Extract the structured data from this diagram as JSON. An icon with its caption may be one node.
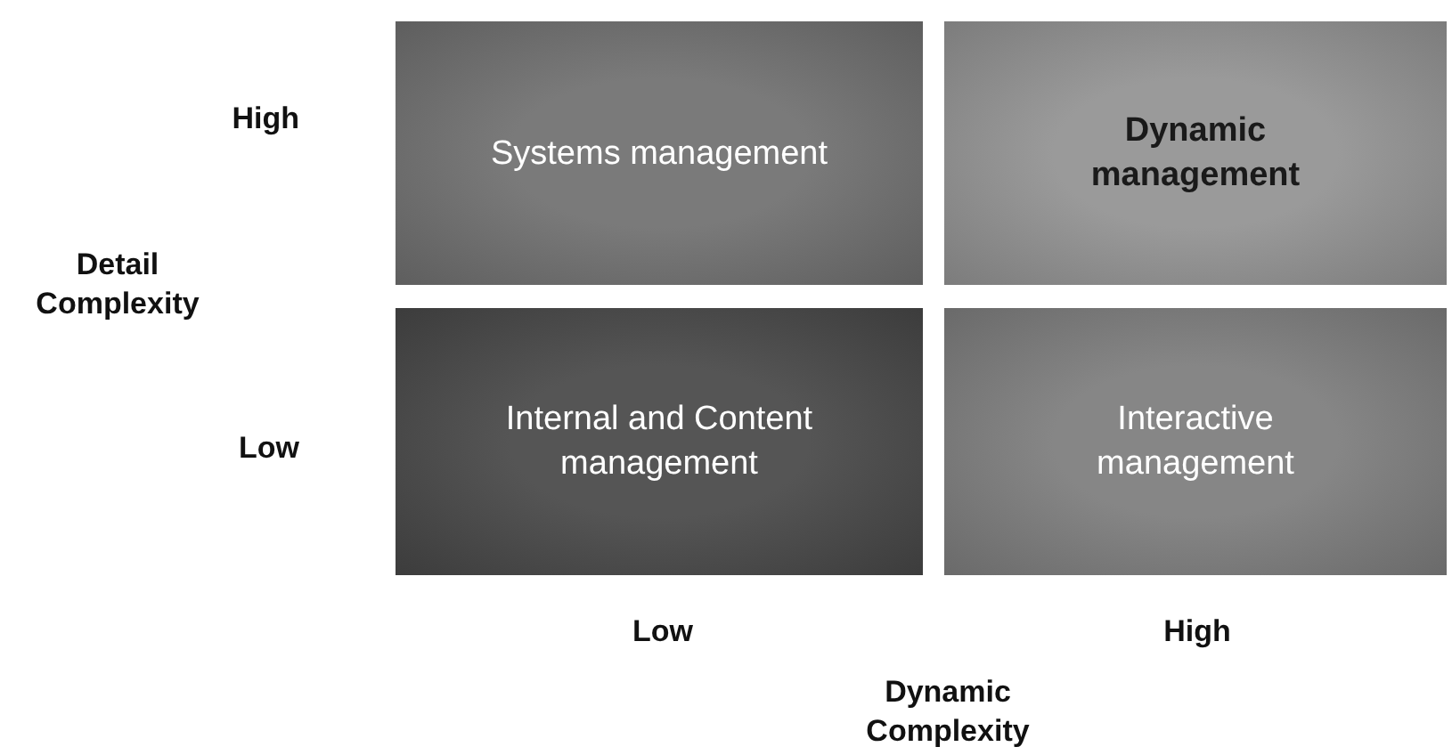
{
  "diagram": {
    "nodes": [
      {
        "text": [
          "Systems management"
        ]
      },
      {
        "text": [
          "Dynamic management"
        ]
      },
      {
        "text": [
          "Internal and Content management"
        ]
      },
      {
        "text": [
          "Interactive management"
        ]
      }
    ],
    "labels": [
      "High",
      "Detail Complexity",
      "Low",
      "Low",
      "High",
      "Dynamic Complexity"
    ]
  }
}
